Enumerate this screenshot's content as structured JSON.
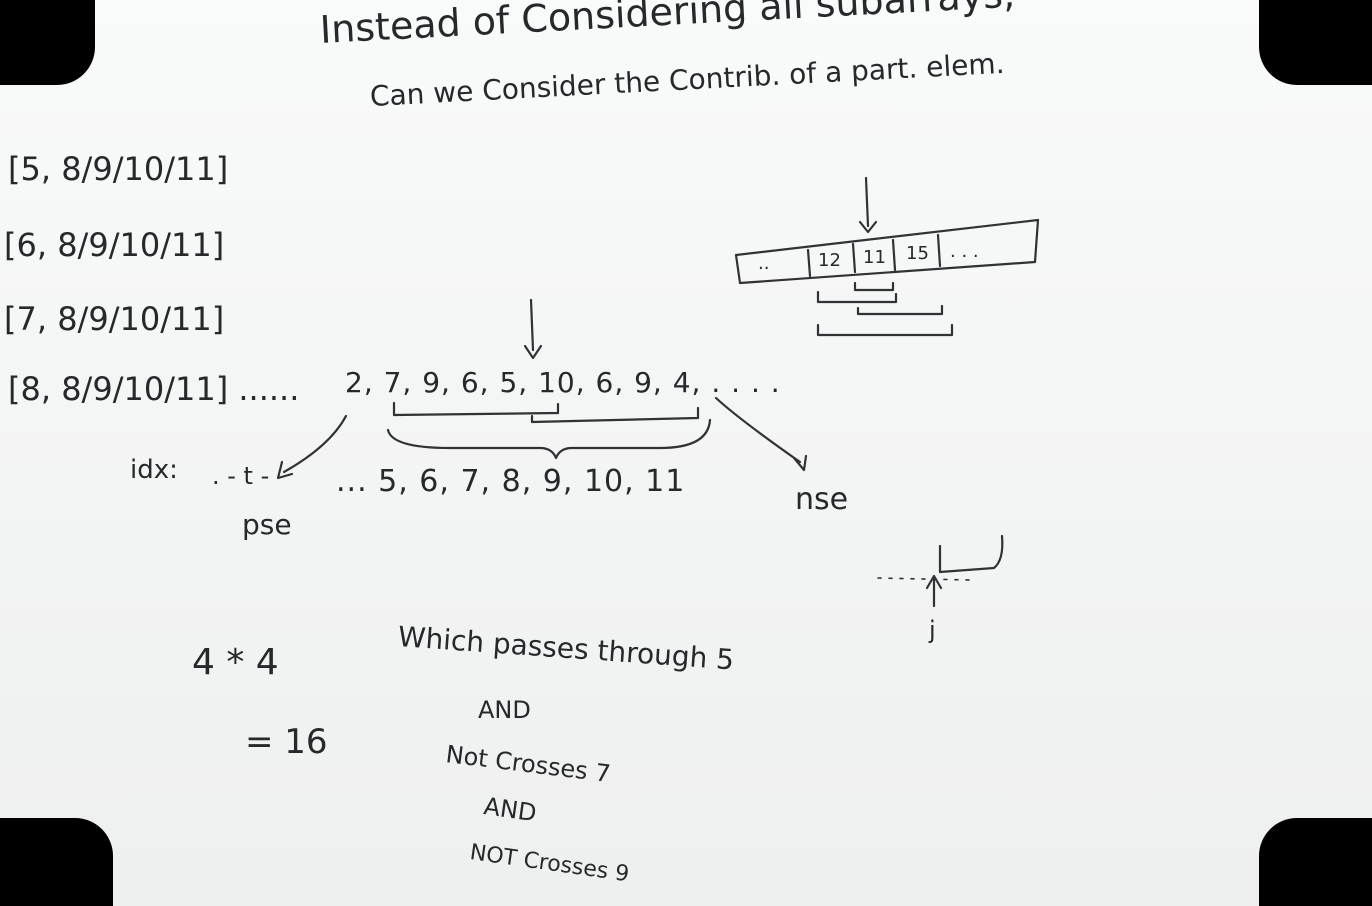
{
  "heading": {
    "line1": "Instead of Considering all subarrays,",
    "line2": "Can we Consider the Contrib. of a part. elem."
  },
  "subarray_rows": [
    "[5,   8/9/10/11]",
    "[6,   8/9/10/11]",
    "[7,   8/9/10/11]",
    "[8,   8/9/10/11] ......"
  ],
  "sequence": {
    "values": "2, 7, 9, 6, 5, 10, 6, 9, 4, . . . ."
  },
  "index_row": {
    "label": "idx:",
    "blank": ". - t -",
    "indices": "... 5, 6, 7, 8, 9, 10, 11"
  },
  "pointers": {
    "pse": "pse",
    "nse": "nse",
    "j": "j"
  },
  "array_box": {
    "cells": [
      "..",
      "12",
      "11",
      "15",
      ". . ."
    ]
  },
  "calc": {
    "product": "4 * 4",
    "result": "= 16"
  },
  "conditions": {
    "line1": "Which passes through 5",
    "line2": "AND",
    "line3": "Not Crosses 7",
    "line4": "AND",
    "line5": "NOT Crosses 9"
  }
}
